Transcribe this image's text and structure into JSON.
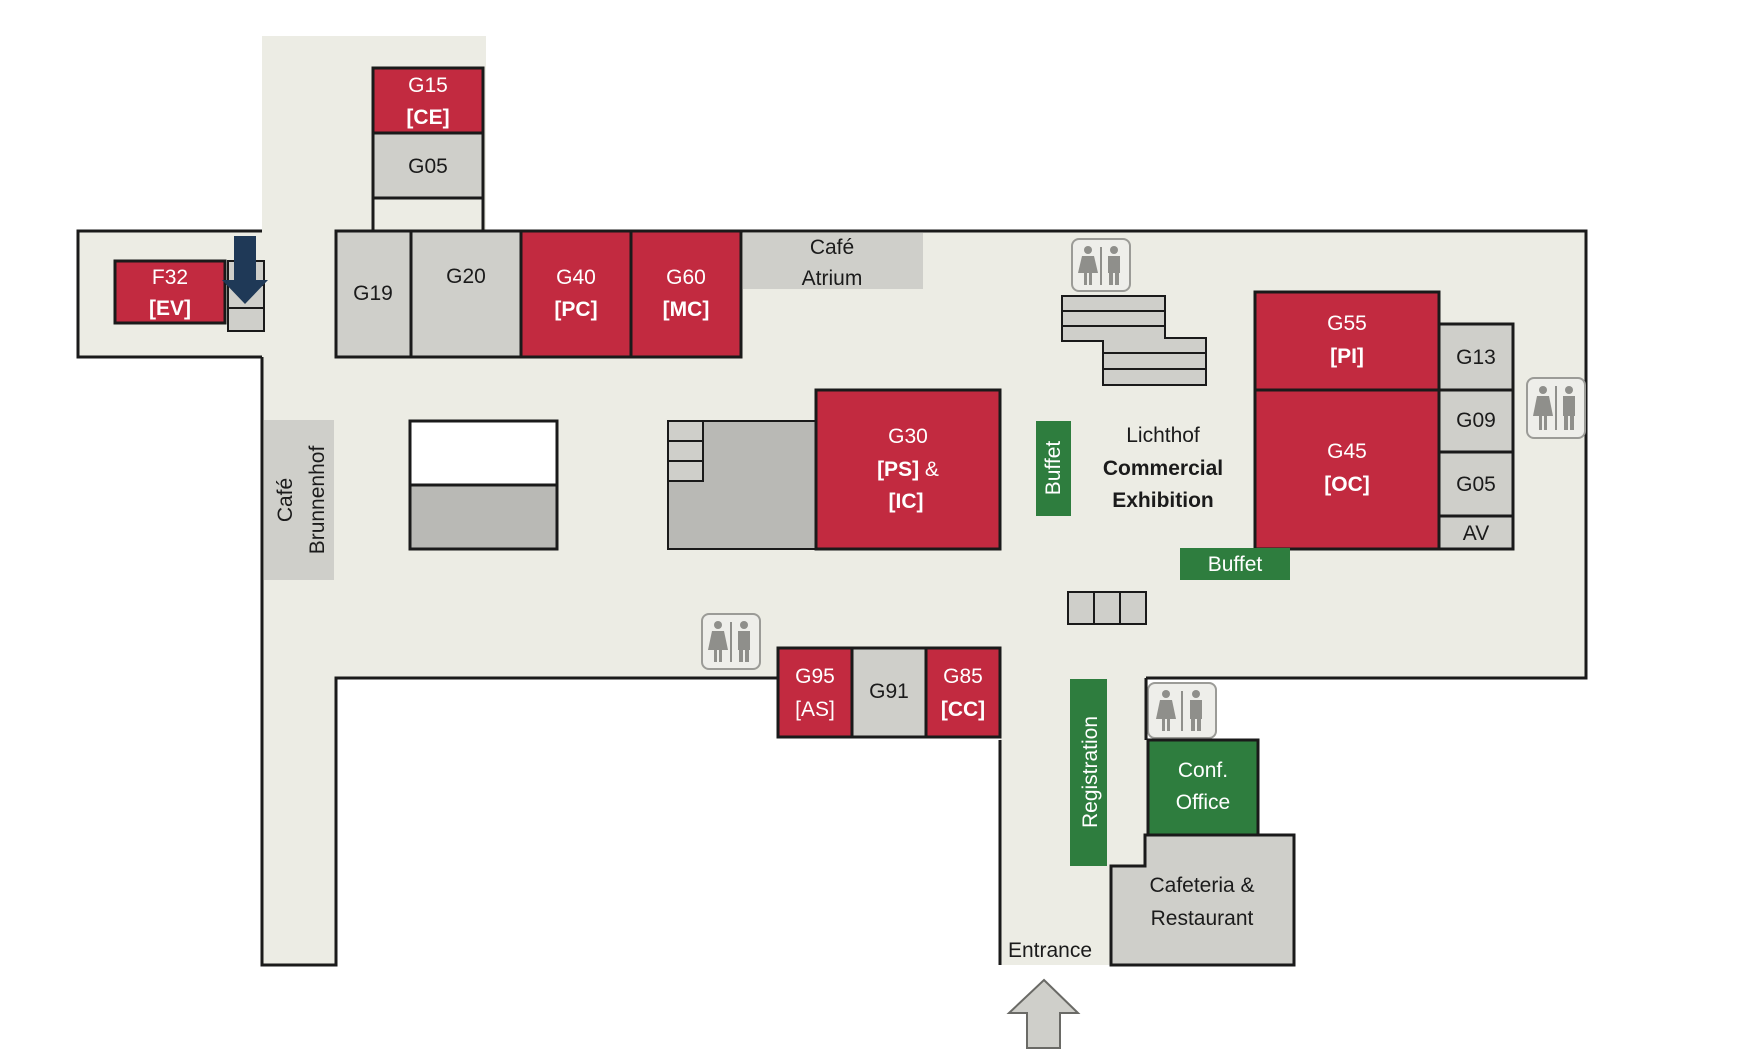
{
  "colors": {
    "corridor": "#ecece4",
    "room_red": "#c22a40",
    "room_gray": "#cfcfca",
    "service_green": "#2e7d3e",
    "outline": "#1a1a1a",
    "arrow_navy": "#1f3957"
  },
  "rooms": {
    "g15": {
      "name": "G15",
      "code": "[CE]"
    },
    "g05_top": {
      "name": "G05"
    },
    "f32": {
      "name": "F32",
      "code": "[EV]"
    },
    "g19": {
      "name": "G19"
    },
    "g20": {
      "name": "G20"
    },
    "g40": {
      "name": "G40",
      "code": "[PC]"
    },
    "g60": {
      "name": "G60",
      "code": "[MC]"
    },
    "g30": {
      "name": "G30",
      "code_ps": "[PS]",
      "amp": "&",
      "code_ic": "[IC]"
    },
    "g55": {
      "name": "G55",
      "code": "[PI]"
    },
    "g45": {
      "name": "G45",
      "code": "[OC]"
    },
    "g13": {
      "name": "G13"
    },
    "g09": {
      "name": "G09"
    },
    "g05_right": {
      "name": "G05"
    },
    "av": {
      "name": "AV"
    },
    "g95": {
      "name": "G95",
      "code": "[AS]"
    },
    "g91": {
      "name": "G91"
    },
    "g85": {
      "name": "G85",
      "code": "[CC]"
    }
  },
  "areas": {
    "cafe_atrium": {
      "line1": "Café",
      "line2": "Atrium"
    },
    "cafe_brunnenhof": {
      "line1": "Café",
      "line2": "Brunnenhof"
    },
    "lichthof": {
      "line1": "Lichthof",
      "line2": "Commercial",
      "line3": "Exhibition"
    },
    "buffet_vertical": "Buffet",
    "buffet_horizontal": "Buffet",
    "registration": "Registration",
    "conf_office": {
      "line1": "Conf.",
      "line2": "Office"
    },
    "cafeteria": {
      "line1": "Cafeteria &",
      "line2": "Restaurant"
    },
    "entrance": "Entrance"
  },
  "icons": [
    "restroom-icon",
    "down-arrow-icon",
    "entrance-arrow-icon",
    "staircase-icon"
  ]
}
